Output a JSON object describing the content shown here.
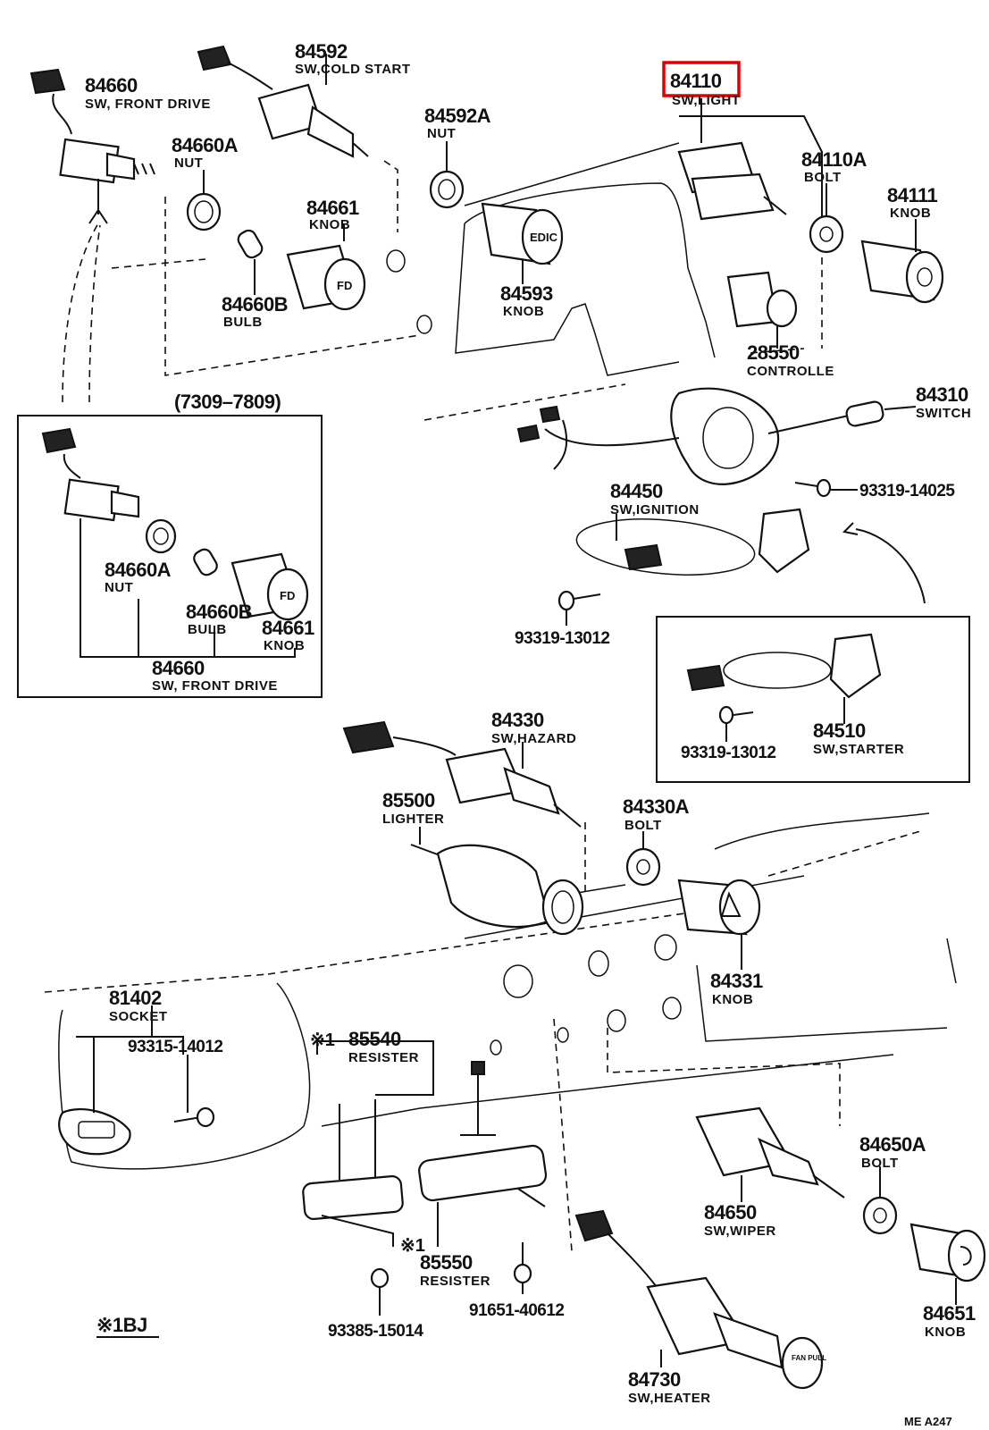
{
  "highlight_part": "84110",
  "parts": [
    {
      "id": "p84660",
      "number": "84660",
      "name": "SW, FRONT DRIVE"
    },
    {
      "id": "p84592",
      "number": "84592",
      "name": "SW,COLD START"
    },
    {
      "id": "p84660A",
      "number": "84660A",
      "name": "NUT"
    },
    {
      "id": "p84661",
      "number": "84661",
      "name": "KNOB"
    },
    {
      "id": "p84660B",
      "number": "84660B",
      "name": "BULB"
    },
    {
      "id": "p84592A",
      "number": "84592A",
      "name": "NUT"
    },
    {
      "id": "p84593",
      "number": "84593",
      "name": "KNOB"
    },
    {
      "id": "p84110",
      "number": "84110",
      "name": "SW,LIGHT"
    },
    {
      "id": "p84110A",
      "number": "84110A",
      "name": "BOLT"
    },
    {
      "id": "p84111",
      "number": "84111",
      "name": "KNOB"
    },
    {
      "id": "p28550",
      "number": "28550",
      "name": "CONTROLLE"
    },
    {
      "id": "p84310",
      "number": "84310",
      "name": "SWITCH"
    },
    {
      "id": "p93319_14025",
      "number": "93319-14025",
      "name": ""
    },
    {
      "id": "p84450",
      "number": "84450",
      "name": "SW,IGNITION"
    },
    {
      "id": "p93319_13012a",
      "number": "93319-13012",
      "name": ""
    },
    {
      "id": "p84330",
      "number": "84330",
      "name": "SW,HAZARD"
    },
    {
      "id": "p85500",
      "number": "85500",
      "name": "LIGHTER"
    },
    {
      "id": "p84330A",
      "number": "84330A",
      "name": "BOLT"
    },
    {
      "id": "p84331",
      "number": "84331",
      "name": "KNOB"
    },
    {
      "id": "p81402",
      "number": "81402",
      "name": "SOCKET"
    },
    {
      "id": "p93315_14012",
      "number": "93315-14012",
      "name": ""
    },
    {
      "id": "p85540",
      "number": "85540",
      "name": "RESISTER"
    },
    {
      "id": "p85550",
      "number": "85550",
      "name": "RESISTER"
    },
    {
      "id": "p93385_15014",
      "number": "93385-15014",
      "name": ""
    },
    {
      "id": "p91651_40612",
      "number": "91651-40612",
      "name": ""
    },
    {
      "id": "p84650",
      "number": "84650",
      "name": "SW,WIPER"
    },
    {
      "id": "p84650A",
      "number": "84650A",
      "name": "BOLT"
    },
    {
      "id": "p84651",
      "number": "84651",
      "name": "KNOB"
    },
    {
      "id": "p84730",
      "number": "84730",
      "name": "SW,HEATER"
    }
  ],
  "inset_left": {
    "date_range": "(7309–7809)",
    "parts": [
      {
        "number": "84660A",
        "name": "NUT"
      },
      {
        "number": "84660B",
        "name": "BULB"
      },
      {
        "number": "84661",
        "name": "KNOB"
      },
      {
        "number": "84660",
        "name": "SW, FRONT DRIVE"
      }
    ],
    "knob_text": "FD"
  },
  "inset_right": {
    "parts": [
      {
        "number": "84510",
        "name": "SW,STARTER"
      },
      {
        "number": "93319-13012",
        "name": ""
      }
    ]
  },
  "knob_labels": {
    "p84593": "EDIC",
    "p84661": "FD",
    "p84730": "FAN PULL"
  },
  "notes": {
    "mark_85540": "※1",
    "mark_85550": "※1",
    "legend": "※1BJ",
    "figure_code": "ME  A247"
  }
}
